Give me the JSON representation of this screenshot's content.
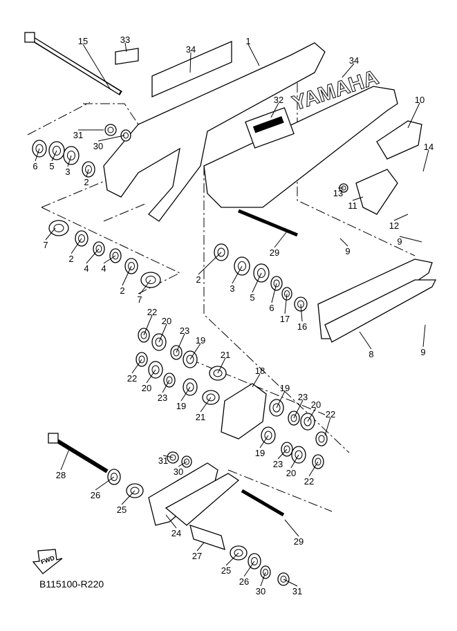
{
  "diagram": {
    "code": "B115100-R220",
    "fwd_label": "FWD",
    "logo_text": "YAMAHA",
    "callouts": [
      "15",
      "33",
      "34",
      "1",
      "34",
      "32",
      "10",
      "14",
      "31",
      "30",
      "6",
      "5",
      "3",
      "2",
      "13",
      "11",
      "12",
      "7",
      "2",
      "4",
      "4",
      "2",
      "7",
      "29",
      "9",
      "9",
      "2",
      "3",
      "5",
      "6",
      "17",
      "16",
      "8",
      "9",
      "22",
      "20",
      "23",
      "19",
      "21",
      "18",
      "22",
      "20",
      "23",
      "19",
      "21",
      "19",
      "23",
      "20",
      "22",
      "19",
      "23",
      "20",
      "22",
      "31",
      "30",
      "28",
      "26",
      "25",
      "24",
      "29",
      "27",
      "25",
      "26",
      "30",
      "31"
    ]
  }
}
